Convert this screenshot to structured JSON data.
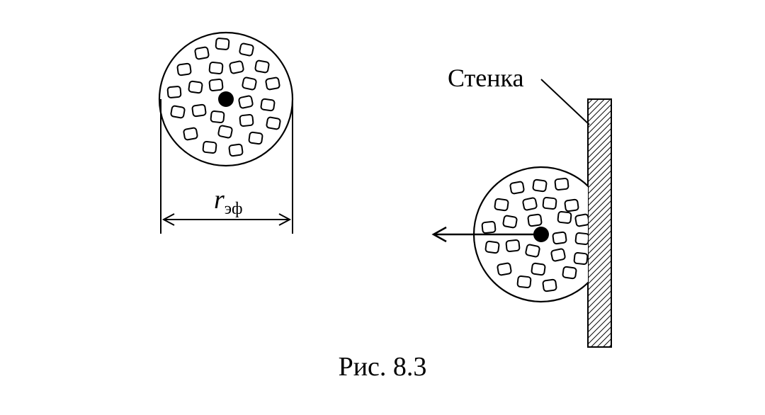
{
  "wall_label": "Стенка",
  "radius_label": {
    "symbol": "r",
    "subscript": "эф"
  },
  "caption": "Рис. 8.3",
  "colors": {
    "ink": "#000000",
    "background": "#ffffff"
  }
}
